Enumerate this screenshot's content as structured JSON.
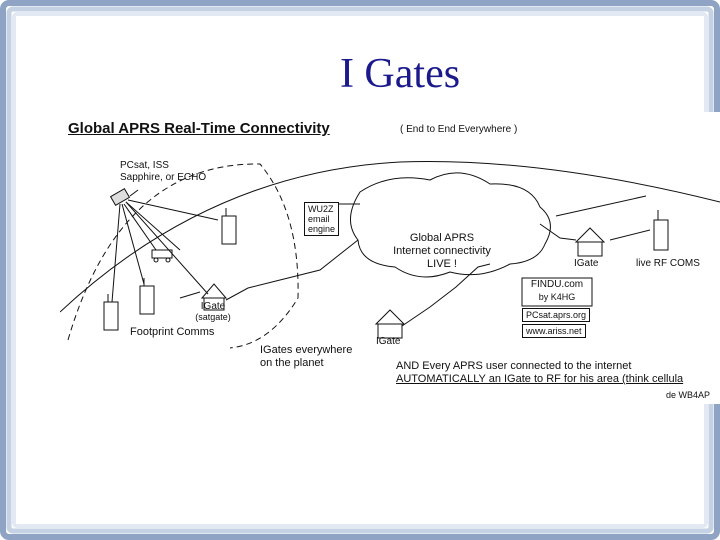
{
  "slide": {
    "title": "I Gates",
    "colors": {
      "frame": "#8fa4c4",
      "title": "#1a1a8c"
    }
  },
  "diagram": {
    "heading": "Global APRS Real-Time Connectivity",
    "subheading": "( End to End Everywhere )",
    "satellite_label_1": "PCsat, ISS",
    "satellite_label_2": "Sapphire, or ECHO",
    "email_1": "WU2Z",
    "email_2": "email",
    "email_3": "engine",
    "internet_1": "Global APRS",
    "internet_2": "Internet connectivity",
    "internet_3": "LIVE !",
    "igate_sat_1": "IGate",
    "igate_sat_2": "(satgate)",
    "footprint": "Footprint Comms",
    "igates_1": "IGates everywhere",
    "igates_2": "on the planet",
    "igate_center": "IGate",
    "igate_right": "IGate",
    "live_rf": "live RF COMS",
    "findu_1": "FINDU.com",
    "findu_2": "by K4HG",
    "pcsat_url": "PCsat.aprs.org",
    "ariss_url": "www.ariss.net",
    "note_line_1": "AND Every APRS user connected to the internet",
    "note_line_2": "AUTOMATICALLY an IGate to RF for his area (think cellula",
    "credit": "de WB4AP"
  }
}
